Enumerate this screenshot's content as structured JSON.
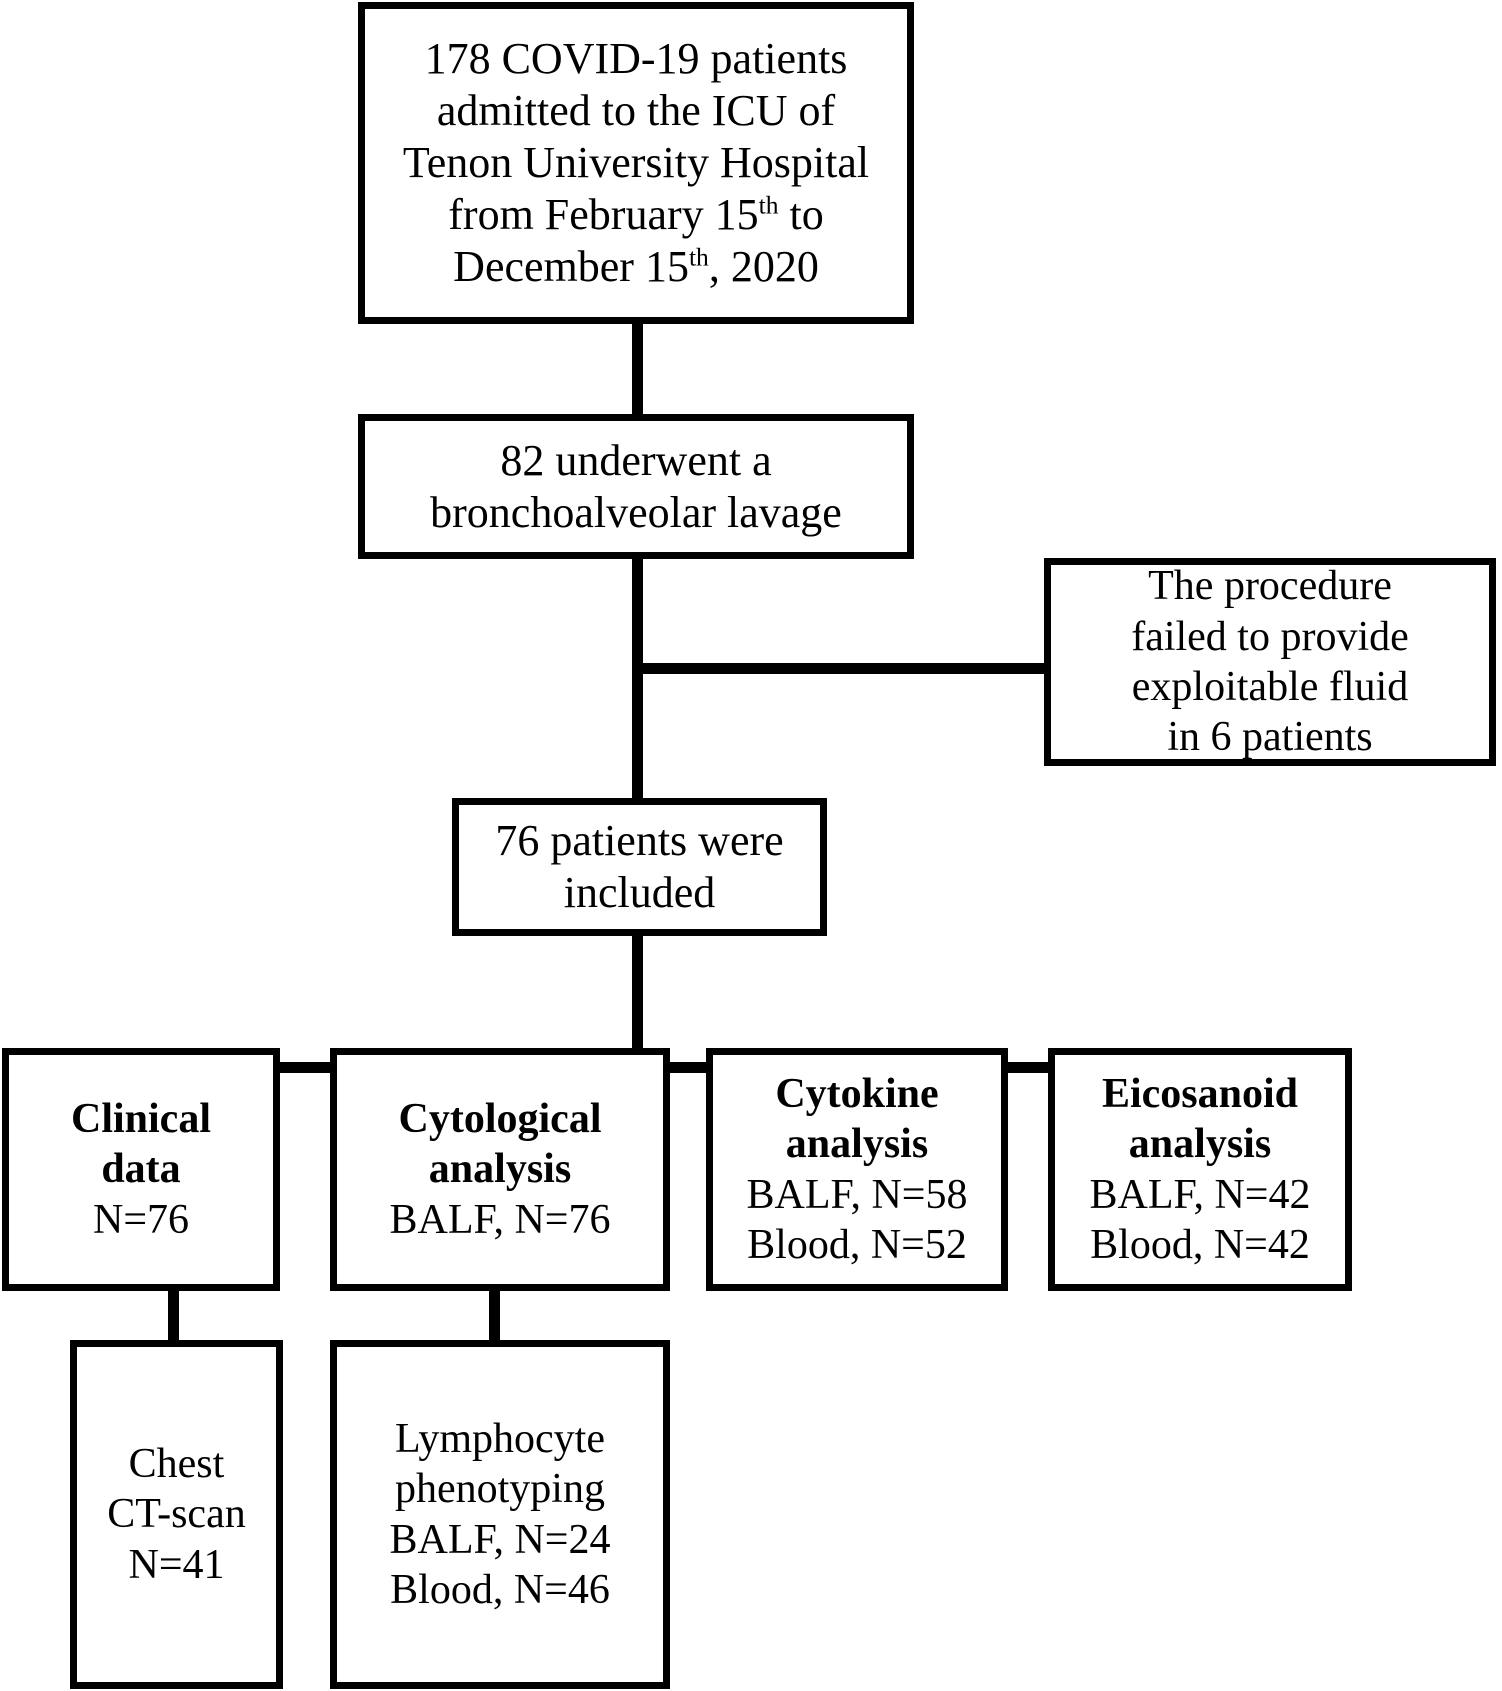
{
  "figure": {
    "type": "flow-diagram",
    "title": "Patient inclusion flowchart",
    "background_color": "#ffffff",
    "line_color": "#000000",
    "text_color": "#000000"
  },
  "nodes": {
    "cohort": {
      "name": "initial-cohort-box",
      "lines": [
        "178 COVID-19 patients",
        "admitted to the ICU of",
        "Tenon University Hospital",
        "from February 15",
        "December 15"
      ],
      "line4_sup": "th",
      "line4_tail": " to",
      "line5_sup": "th",
      "line5_tail": ", 2020",
      "count": 178,
      "bold": false
    },
    "bal": {
      "name": "bronchoalveolar-lavage-box",
      "lines": [
        "82 underwent a",
        "bronchoalveolar lavage"
      ],
      "count": 82,
      "bold": false
    },
    "excluded": {
      "name": "excluded-box",
      "lines": [
        "The procedure",
        "failed to provide",
        "exploitable fluid",
        "in 6 patients"
      ],
      "count": 6,
      "bold": false
    },
    "included": {
      "name": "included-box",
      "lines": [
        "76 patients were",
        "included"
      ],
      "count": 76,
      "bold": false
    },
    "clinical": {
      "name": "clinical-data-box",
      "heading": [
        "Clinical",
        "data"
      ],
      "details": [
        "N=76"
      ],
      "counts": {
        "N": 76
      }
    },
    "cytological": {
      "name": "cytological-analysis-box",
      "heading": [
        "Cytological",
        "analysis"
      ],
      "details": [
        "BALF, N=76"
      ],
      "counts": {
        "BALF": 76
      }
    },
    "cytokine": {
      "name": "cytokine-analysis-box",
      "heading": [
        "Cytokine",
        "analysis"
      ],
      "details": [
        "BALF, N=58",
        "Blood, N=52"
      ],
      "counts": {
        "BALF": 58,
        "Blood": 52
      }
    },
    "eicosanoid": {
      "name": "eicosanoid-analysis-box",
      "heading": [
        "Eicosanoid",
        "analysis"
      ],
      "details": [
        "BALF, N=42",
        "Blood, N=42"
      ],
      "counts": {
        "BALF": 42,
        "Blood": 42
      }
    },
    "chest_ct": {
      "name": "chest-ct-scan-box",
      "lines": [
        "Chest",
        "CT-scan",
        "N=41"
      ],
      "counts": {
        "N": 41
      }
    },
    "lymphocyte": {
      "name": "lymphocyte-phenotyping-box",
      "lines": [
        "Lymphocyte",
        "phenotyping",
        "BALF, N=24",
        "Blood, N=46"
      ],
      "counts": {
        "BALF": 24,
        "Blood": 46
      }
    }
  },
  "edges": [
    {
      "name": "cohort-to-bal",
      "from": "cohort",
      "to": "bal"
    },
    {
      "name": "bal-to-excluded",
      "from": "bal",
      "to": "excluded"
    },
    {
      "name": "bal-to-included",
      "from": "bal",
      "to": "included"
    },
    {
      "name": "included-to-clinical",
      "from": "included",
      "to": "clinical"
    },
    {
      "name": "included-to-cytological",
      "from": "included",
      "to": "cytological"
    },
    {
      "name": "included-to-cytokine",
      "from": "included",
      "to": "cytokine"
    },
    {
      "name": "included-to-eicosanoid",
      "from": "included",
      "to": "eicosanoid"
    },
    {
      "name": "clinical-to-chest-ct",
      "from": "clinical",
      "to": "chest_ct"
    },
    {
      "name": "cytological-to-lymphocyte",
      "from": "cytological",
      "to": "lymphocyte"
    }
  ]
}
